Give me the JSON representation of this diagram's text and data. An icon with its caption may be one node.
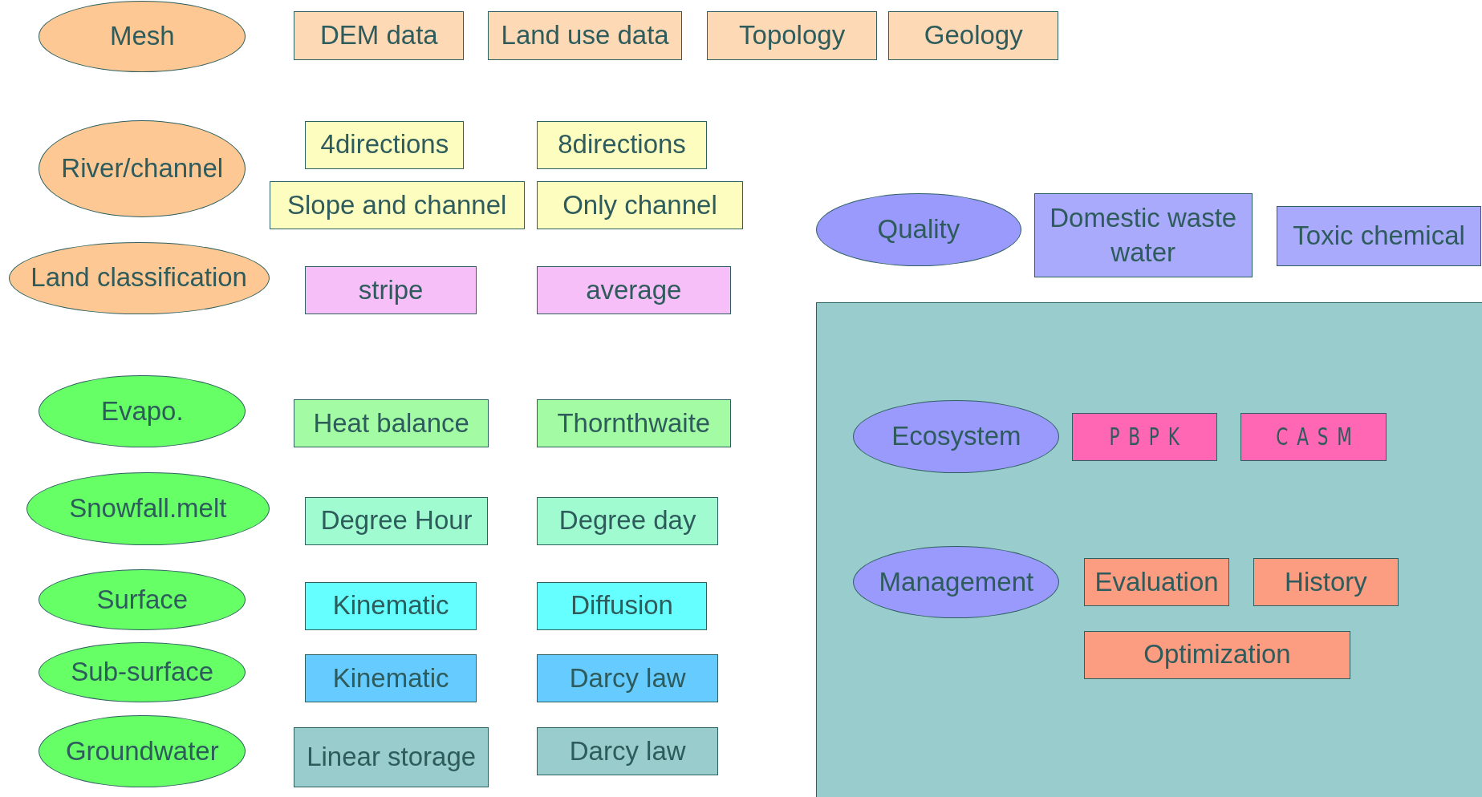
{
  "diagram": {
    "nodes": [
      {
        "text": [
          "Mesh"
        ]
      },
      {
        "text": [
          "DEM data"
        ]
      },
      {
        "text": [
          "Land use data"
        ]
      },
      {
        "text": [
          "Topology"
        ]
      },
      {
        "text": [
          "Geology"
        ]
      },
      {
        "text": [
          "River/channel"
        ]
      },
      {
        "text": [
          "4directions"
        ]
      },
      {
        "text": [
          "8directions"
        ]
      },
      {
        "text": [
          "Slope and channel"
        ]
      },
      {
        "text": [
          "Only channel"
        ]
      },
      {
        "text": [
          "Land classification"
        ]
      },
      {
        "text": [
          "stripe"
        ]
      },
      {
        "text": [
          "average"
        ]
      },
      {
        "text": [
          "Evapo."
        ]
      },
      {
        "text": [
          "Heat balance"
        ]
      },
      {
        "text": [
          "Thornthwaite"
        ]
      },
      {
        "text": [
          "Snowfall.melt"
        ]
      },
      {
        "text": [
          "Degree Hour"
        ]
      },
      {
        "text": [
          "Degree day"
        ]
      },
      {
        "text": [
          "Surface"
        ]
      },
      {
        "text": [
          "Kinematic"
        ]
      },
      {
        "text": [
          "Diffusion"
        ]
      },
      {
        "text": [
          "Sub-surface"
        ]
      },
      {
        "text": [
          "Kinematic"
        ]
      },
      {
        "text": [
          "Darcy law"
        ]
      },
      {
        "text": [
          "Groundwater"
        ]
      },
      {
        "text": [
          "Linear storage"
        ]
      },
      {
        "text": [
          "Darcy law"
        ]
      },
      {
        "text": [
          "Quality"
        ]
      },
      {
        "text": [
          "Domestic waste water"
        ]
      },
      {
        "text": [
          "Toxic chemical"
        ]
      },
      {
        "text": [],
        "shape": "box"
      },
      {
        "text": [
          "Ecosystem"
        ],
        "in": 31
      },
      {
        "text": [
          "PBPK"
        ],
        "in": 31
      },
      {
        "text": [
          "CASM"
        ],
        "in": 31
      },
      {
        "text": [
          "Management"
        ],
        "in": 31
      },
      {
        "text": [
          "Evaluation"
        ],
        "in": 31
      },
      {
        "text": [
          "History"
        ],
        "in": 31
      },
      {
        "text": [
          "Optimization"
        ],
        "in": 31
      }
    ]
  }
}
